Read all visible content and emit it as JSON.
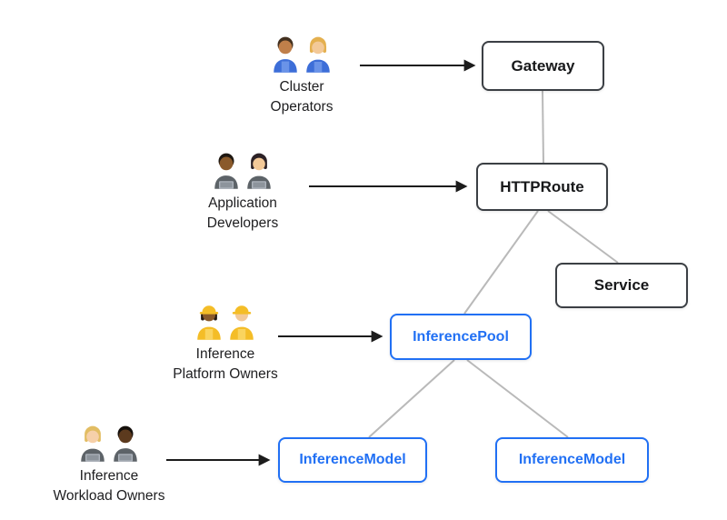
{
  "colors": {
    "background": "#ffffff",
    "edge_gray": "#b9b9b9",
    "arrow_black": "#1c1c1c",
    "node_border_dark": "#3b3f44",
    "node_border_blue": "#2170f4",
    "node_text_dark": "#17181a",
    "node_text_blue": "#2170f4"
  },
  "nodes": {
    "gateway": "Gateway",
    "httproute": "HTTPRoute",
    "service": "Service",
    "inference_pool": "InferencePool",
    "inference_model_left": "InferenceModel",
    "inference_model_right": "InferenceModel"
  },
  "personas": {
    "cluster_operators": {
      "line1": "Cluster",
      "line2": "Operators",
      "icons": [
        "man-mechanic-icon",
        "woman-mechanic-icon"
      ]
    },
    "application_developers": {
      "line1": "Application",
      "line2": "Developers",
      "icons": [
        "man-technologist-icon",
        "woman-technologist-icon"
      ]
    },
    "inference_platform_owners": {
      "line1": "Inference",
      "line2": "Platform Owners",
      "icons": [
        "woman-construction-worker-icon",
        "man-construction-worker-icon"
      ]
    },
    "inference_workload_owners": {
      "line1": "Inference",
      "line2": "Workload Owners",
      "icons": [
        "woman-technologist-icon",
        "man-technologist-icon"
      ]
    }
  },
  "edges": [
    {
      "from": "Cluster Operators",
      "to": "Gateway",
      "style": "arrow"
    },
    {
      "from": "Application Developers",
      "to": "HTTPRoute",
      "style": "arrow"
    },
    {
      "from": "Inference Platform Owners",
      "to": "InferencePool",
      "style": "arrow"
    },
    {
      "from": "Inference Workload Owners",
      "to": "InferenceModel (left)",
      "style": "arrow"
    },
    {
      "from": "Gateway",
      "to": "HTTPRoute",
      "style": "line"
    },
    {
      "from": "HTTPRoute",
      "to": "Service",
      "style": "line"
    },
    {
      "from": "HTTPRoute",
      "to": "InferencePool",
      "style": "line"
    },
    {
      "from": "InferencePool",
      "to": "InferenceModel (left)",
      "style": "line"
    },
    {
      "from": "InferencePool",
      "to": "InferenceModel (right)",
      "style": "line"
    }
  ]
}
